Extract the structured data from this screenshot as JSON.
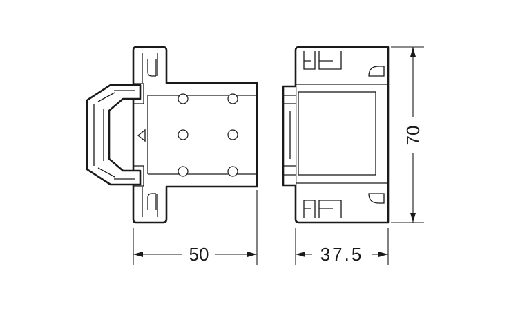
{
  "dimensions": {
    "width_front": "50",
    "depth_side": "37.5",
    "height_side": "70"
  }
}
